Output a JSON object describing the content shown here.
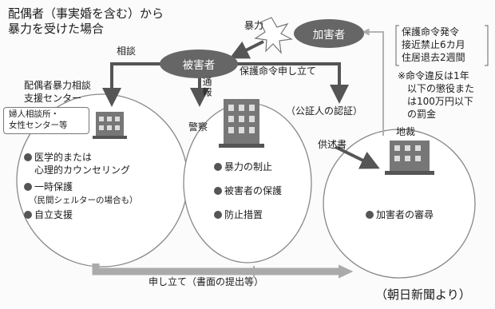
{
  "title": {
    "line1": "配偶者（事実婚を含む）から",
    "line2": "暴力を受けた場合"
  },
  "nodes": {
    "perpetrator": "加害者",
    "victim": "被害者"
  },
  "labels": {
    "violence": "暴力",
    "consult": "相談",
    "report": "通報",
    "petition": "保護命令申し立て",
    "notary": "（公証人の認証）",
    "affidavit": "供述書",
    "application": "申し立て（書面の提出等）"
  },
  "center": {
    "name_line1": "配偶者暴力相談",
    "name_line2": "支援センター",
    "note_line1": "婦人相談所・",
    "note_line2": "女性センター等",
    "items": [
      "医学的または",
      "心理的カウンセリング",
      "一時保護",
      "（民間シェルターの場合も）",
      "自立支援"
    ]
  },
  "police": {
    "name": "警察",
    "items": [
      "暴力の制止",
      "被害者の保護",
      "防止措置"
    ]
  },
  "court": {
    "name": "地裁",
    "items": [
      "加害者の審尋"
    ]
  },
  "order": {
    "lines": [
      "保護命令発令",
      "接近禁止6カ月",
      "住居退去2週間"
    ]
  },
  "penalty": {
    "lines": [
      "※命令違反は1年",
      "以下の懲役また",
      "は100万円以下",
      "の罰金"
    ]
  },
  "source": "（朝日新聞より）"
}
